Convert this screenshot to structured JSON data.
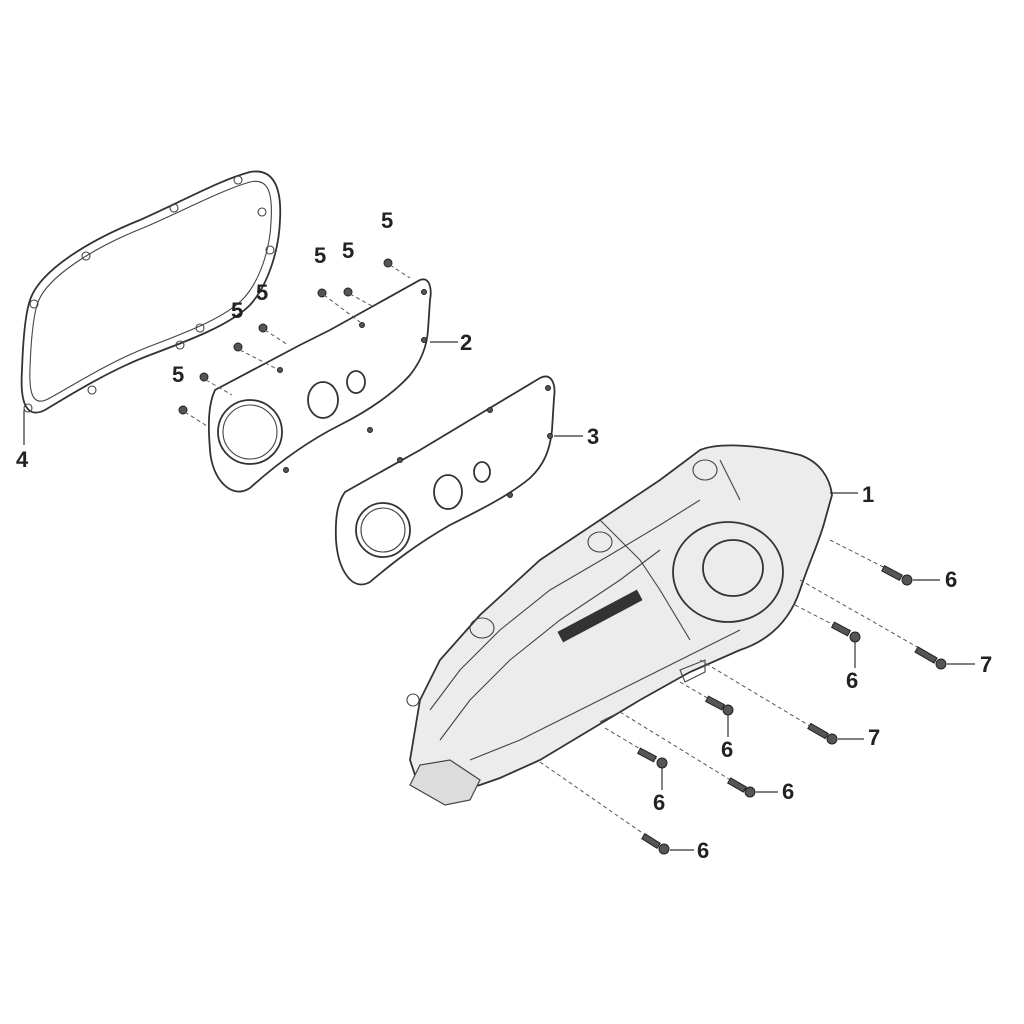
{
  "callouts": {
    "c1": "1",
    "c2": "2",
    "c3": "3",
    "c4": "4",
    "c5a": "5",
    "c5b": "5",
    "c5c": "5",
    "c5d": "5",
    "c5e": "5",
    "c5f": "5",
    "c6a": "6",
    "c6b": "6",
    "c6c": "6",
    "c6d": "6",
    "c6e": "6",
    "c6f": "6",
    "c7a": "7",
    "c7b": "7"
  }
}
